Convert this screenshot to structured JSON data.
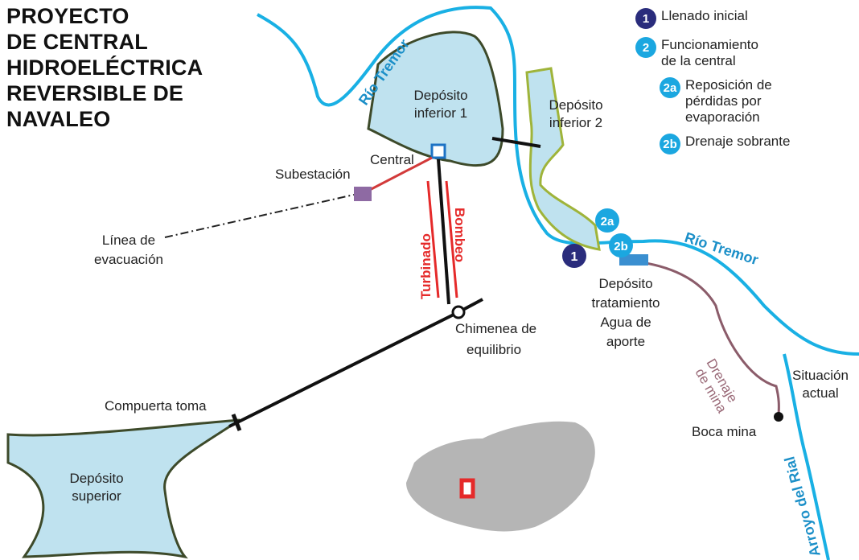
{
  "title": [
    "PROYECTO",
    "DE CENTRAL",
    "HIDROELÉCTRICA",
    "REVERSIBLE DE",
    "NAVALEO"
  ],
  "legend": [
    {
      "badge": "1",
      "color": "#2a2c7c",
      "lines": [
        "Llenado inicial"
      ]
    },
    {
      "badge": "2",
      "color": "#1ba7e0",
      "lines": [
        "Funcionamiento",
        "de la central"
      ]
    },
    {
      "badge": "2a",
      "color": "#1ba7e0",
      "lines": [
        "Reposición de",
        "pérdidas por",
        "evaporación"
      ]
    },
    {
      "badge": "2b",
      "color": "#1ba7e0",
      "lines": [
        "Drenaje sobrante"
      ]
    }
  ],
  "map": {
    "river_tremor_1": "Río Tremor",
    "river_tremor_2": "Río Tremor",
    "arroyo": "Arroyo del Rial",
    "deposito_inferior_1": [
      "Depósito",
      "inferior 1"
    ],
    "deposito_inferior_2": [
      "Depósito",
      "inferior 2"
    ],
    "central": "Central",
    "subestacion": "Subestación",
    "linea": [
      "Línea de",
      "evacuación"
    ],
    "turbinado": "Turbinado",
    "bombeo": "Bombeo",
    "chimenea": [
      "Chimenea de",
      "equilibrio"
    ],
    "compuerta": "Compuerta toma",
    "deposito_superior": [
      "Depósito",
      "superior"
    ],
    "deposito_tratamiento": [
      "Depósito",
      "tratamiento",
      "Agua de",
      "aporte"
    ],
    "drenaje_mina": [
      "Drenaje",
      "de mina"
    ],
    "situacion": [
      "Situación",
      "actual"
    ],
    "boca_mina": "Boca mina",
    "marker_1": "1",
    "marker_2a": "2a",
    "marker_2b": "2b"
  },
  "colors": {
    "river": "#19b0e4",
    "lake": "#bfe2ef",
    "flow": "#e52a2a",
    "navy": "#2a2c7c",
    "province": "#b5b5b5"
  }
}
